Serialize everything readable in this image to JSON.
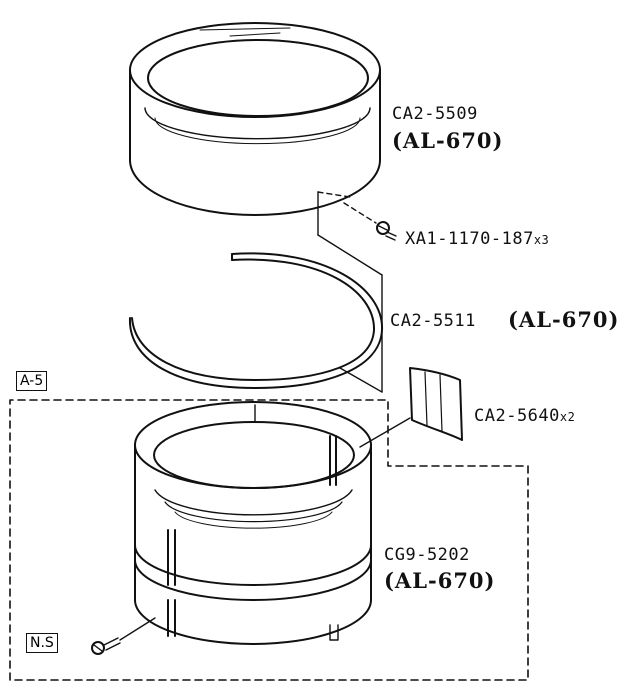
{
  "parts": [
    {
      "part_number": "CA2-5509",
      "material": "(AL-670)"
    },
    {
      "part_number": "XA1-1170-187",
      "quantity": "x3"
    },
    {
      "part_number": "CA2-5511",
      "material": "(AL-670)"
    },
    {
      "part_number": "CA2-5640",
      "quantity": "x2"
    },
    {
      "part_number": "CG9-5202",
      "material": "(AL-670)"
    }
  ],
  "tags": {
    "assembly": "A-5",
    "screw": "N.S"
  },
  "colors": {
    "ink": "#111111",
    "paper": "#ffffff"
  }
}
